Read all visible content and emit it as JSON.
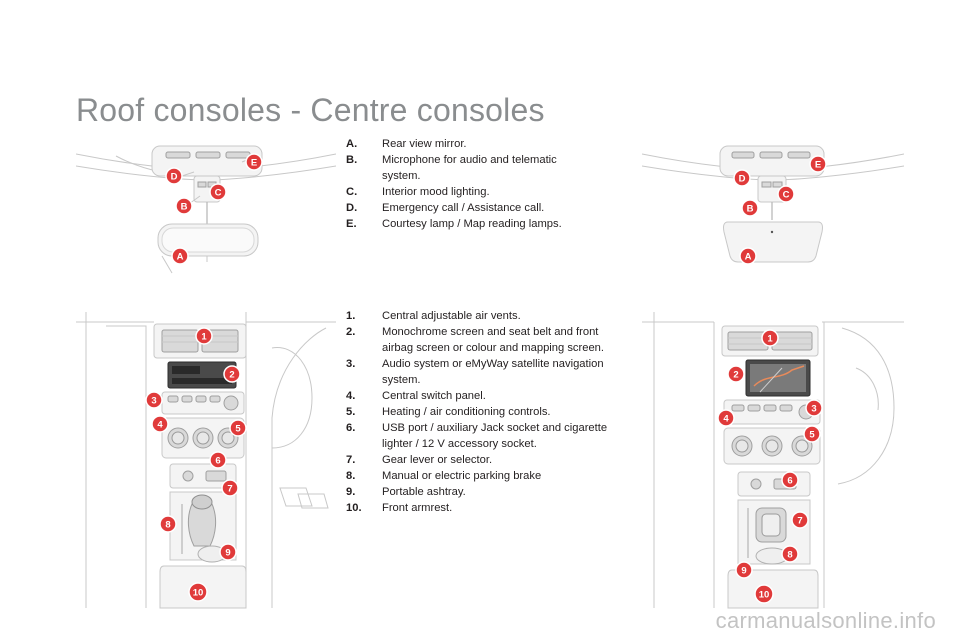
{
  "page": {
    "title": "Roof consoles - Centre consoles",
    "watermark": "carmanualsonline.info"
  },
  "roof_legend": [
    {
      "key": "A.",
      "text": "Rear view mirror."
    },
    {
      "key": "B.",
      "text": "Microphone for audio and telematic system."
    },
    {
      "key": "C.",
      "text": "Interior mood lighting."
    },
    {
      "key": "D.",
      "text": "Emergency call / Assistance call."
    },
    {
      "key": "E.",
      "text": "Courtesy lamp / Map reading lamps."
    }
  ],
  "console_legend": [
    {
      "key": "1.",
      "text": "Central adjustable air vents."
    },
    {
      "key": "2.",
      "text": "Monochrome screen and seat belt and front airbag screen or colour and mapping screen."
    },
    {
      "key": "3.",
      "text": "Audio system or eMyWay satellite navigation system."
    },
    {
      "key": "4.",
      "text": "Central switch panel."
    },
    {
      "key": "5.",
      "text": "Heating / air conditioning controls."
    },
    {
      "key": "6.",
      "text": "USB port / auxiliary Jack socket and cigarette lighter / 12 V accessory socket."
    },
    {
      "key": "7.",
      "text": "Gear lever or selector."
    },
    {
      "key": "8.",
      "text": "Manual or electric parking brake"
    },
    {
      "key": "9.",
      "text": "Portable ashtray."
    },
    {
      "key": "10.",
      "text": "Front armrest."
    }
  ],
  "roof_callouts": [
    "A",
    "B",
    "C",
    "D",
    "E"
  ],
  "console_callouts": [
    "1",
    "2",
    "3",
    "4",
    "5",
    "6",
    "7",
    "8",
    "9",
    "10"
  ],
  "colors": {
    "title": "#8a8d8f",
    "callout": "#e03a3a",
    "line_art": "#c8c8c8",
    "watermark": "#c3c3c3"
  }
}
